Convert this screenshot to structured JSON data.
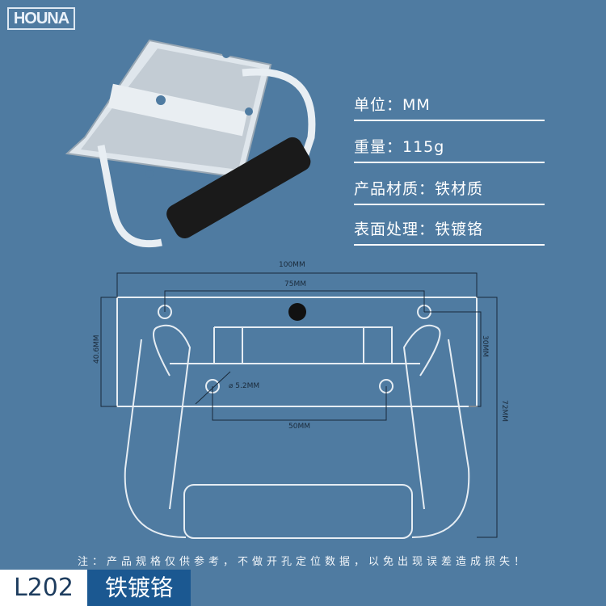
{
  "brand": "HOUNA",
  "specs": [
    {
      "label": "单位：MM"
    },
    {
      "label": "重量：115g"
    },
    {
      "label": "产品材质：铁材质"
    },
    {
      "label": "表面处理：铁镀铬"
    }
  ],
  "dimensions": {
    "total_width": "100MM",
    "hole_spacing_top": "75MM",
    "height_left": "40.6MM",
    "height_right": "30MM",
    "hole_diameter": "⌀ 5.2MM",
    "hole_spacing_bottom": "50MM",
    "total_height": "72MM"
  },
  "note": "注：产品规格仅供参考，不做开孔定位数据，以免出现误差造成损失！",
  "model": "L202",
  "material_badge": "铁镀铬"
}
